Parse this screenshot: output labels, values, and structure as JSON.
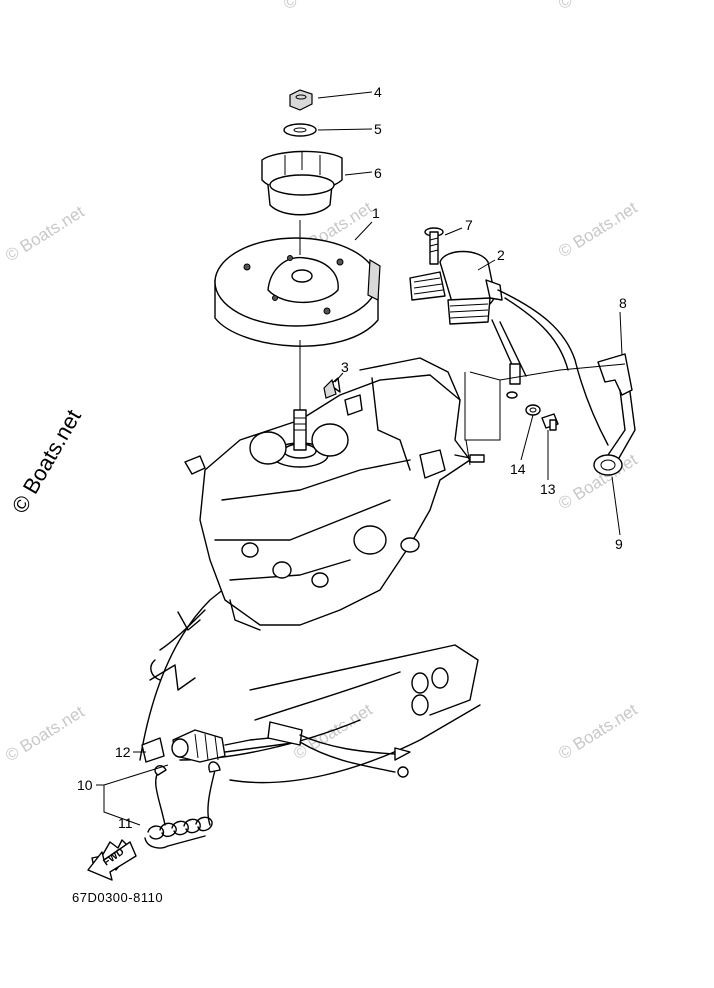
{
  "diagram": {
    "part_code": "67D0300-8110",
    "fwd_label": "FWD",
    "watermark": "© Boats.net",
    "callouts": [
      "1",
      "2",
      "3",
      "4",
      "5",
      "6",
      "7",
      "8",
      "9",
      "10",
      "11",
      "12",
      "13",
      "14"
    ]
  }
}
